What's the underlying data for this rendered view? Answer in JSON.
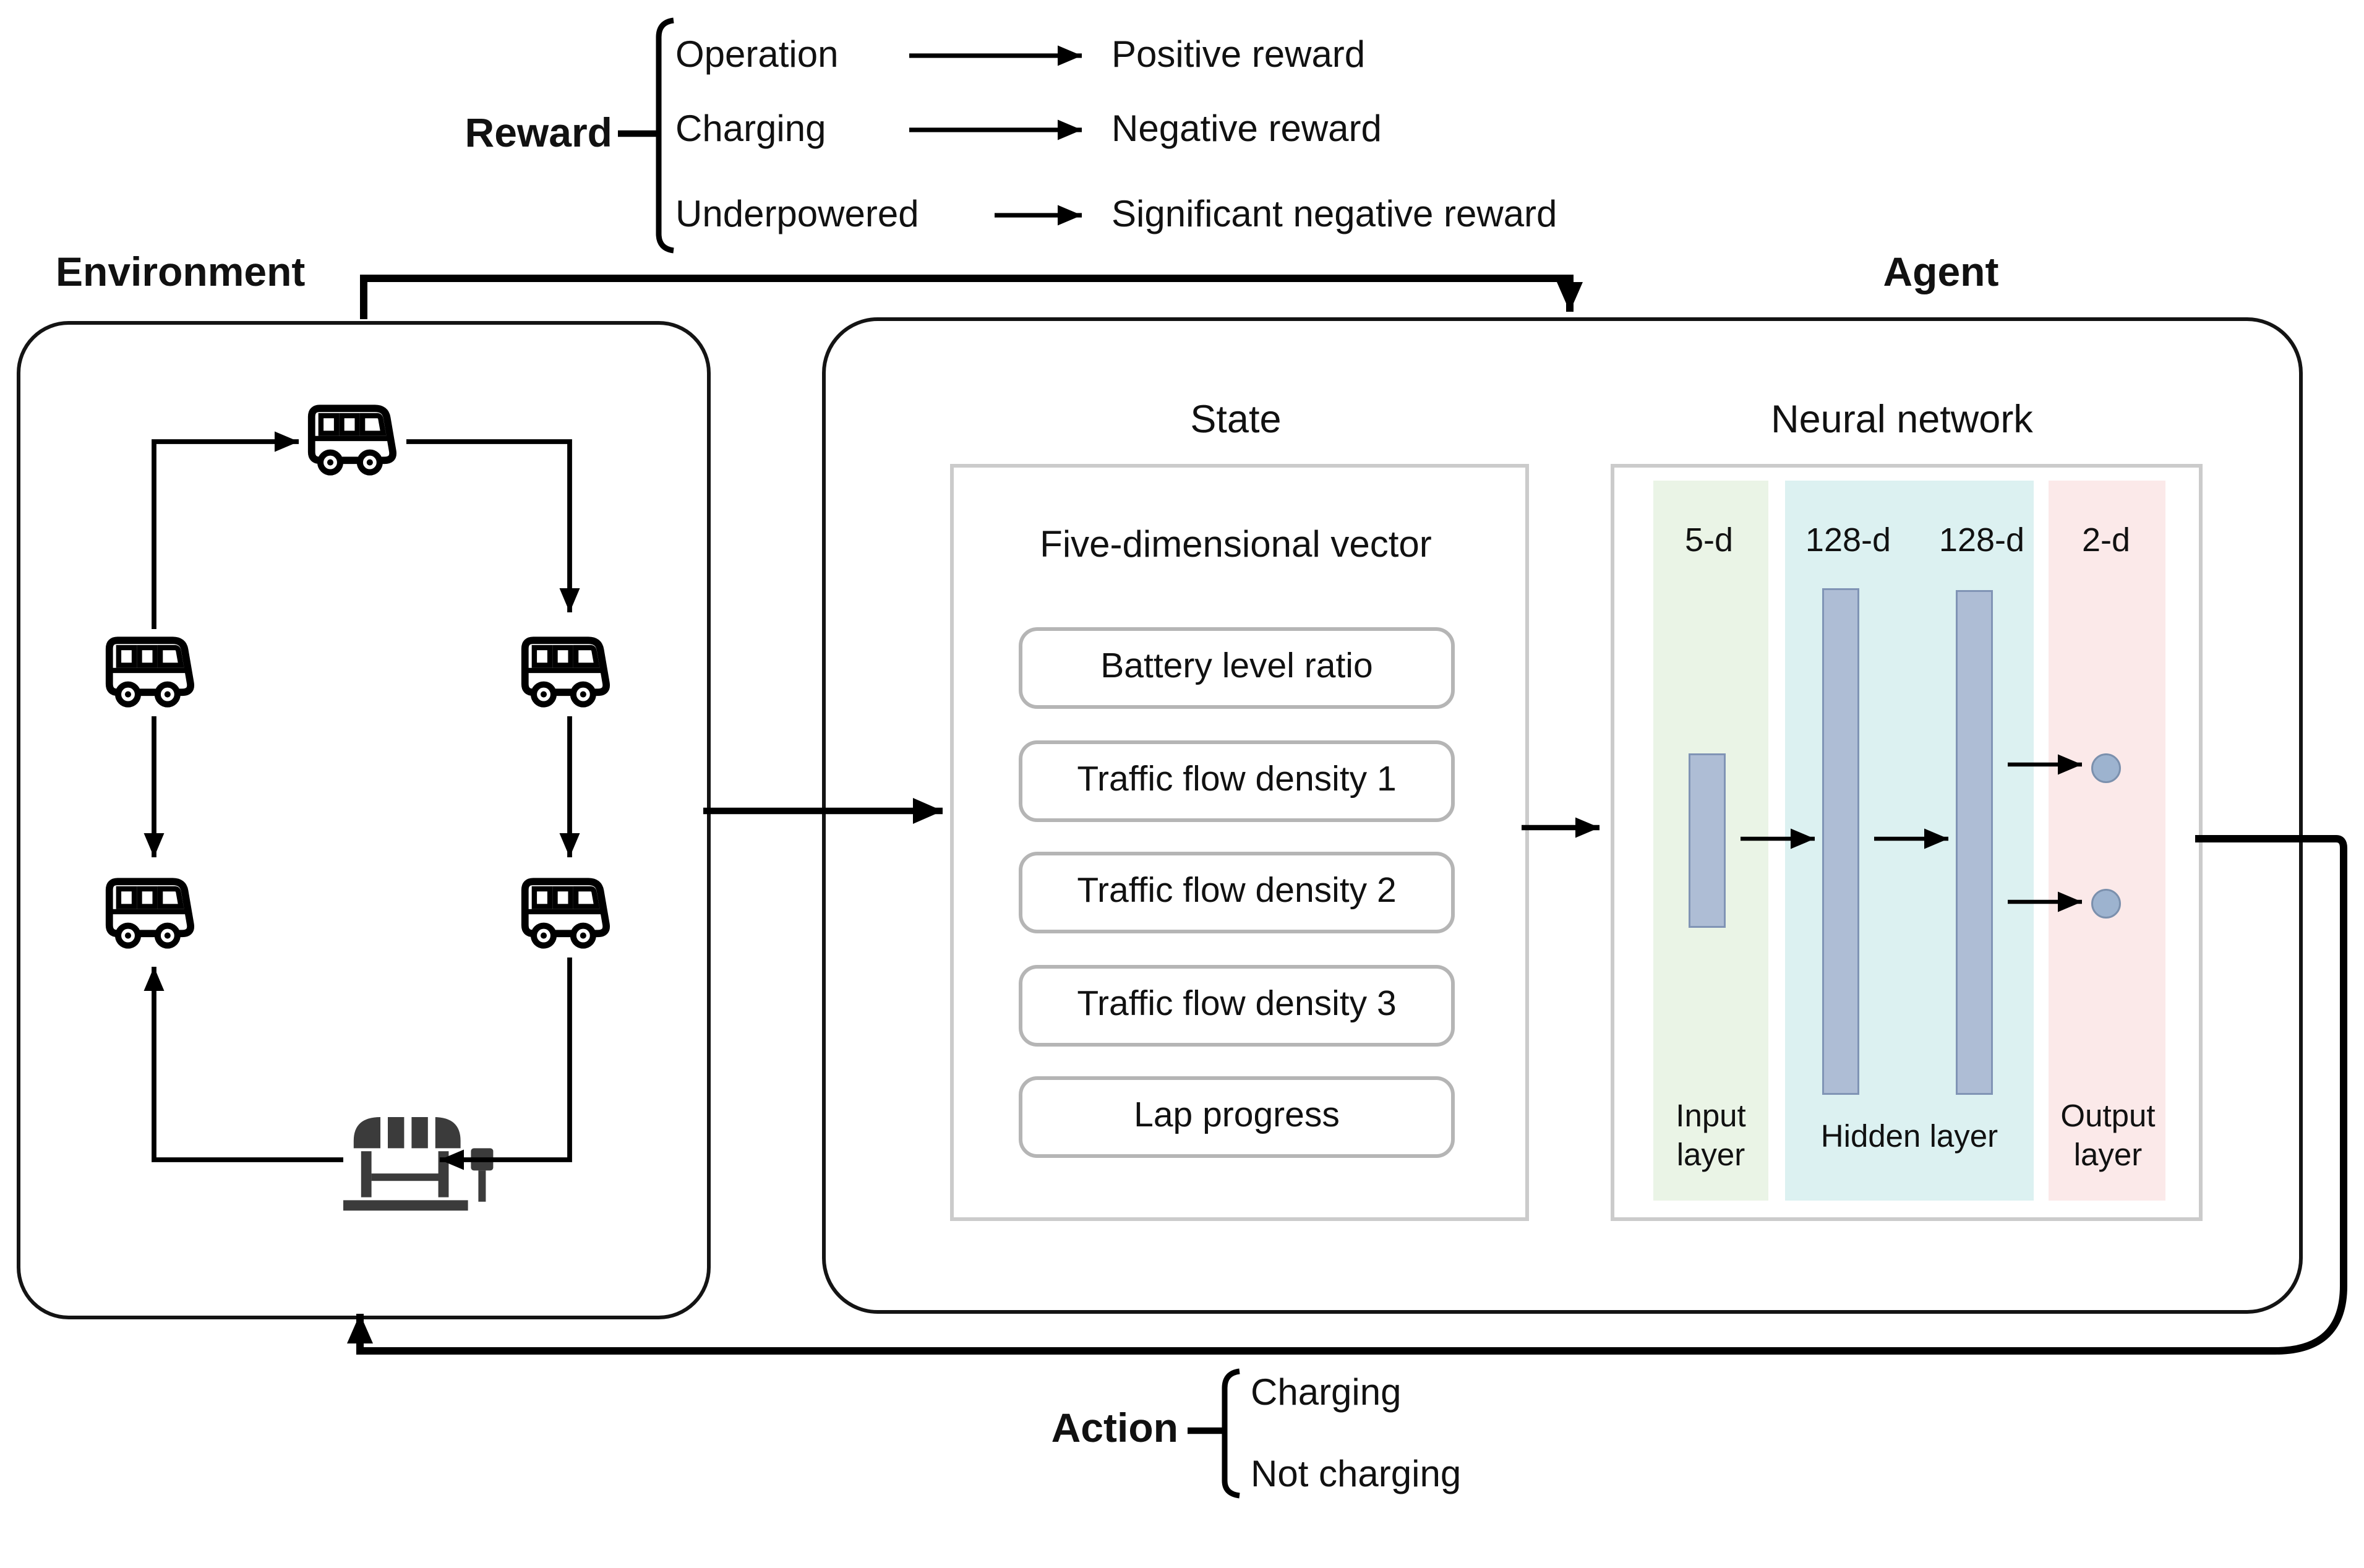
{
  "reward": {
    "label": "Reward",
    "rows": [
      {
        "condition": "Operation",
        "outcome": "Positive reward"
      },
      {
        "condition": "Charging",
        "outcome": "Negative reward"
      },
      {
        "condition": "Underpowered",
        "outcome": "Significant negative reward"
      }
    ]
  },
  "environment": {
    "label": "Environment"
  },
  "agent": {
    "label": "Agent",
    "state": {
      "title": "State",
      "subtitle": "Five-dimensional vector",
      "items": [
        "Battery level ratio",
        "Traffic flow density 1",
        "Traffic flow density 2",
        "Traffic flow density 3",
        "Lap progress"
      ]
    },
    "neural_network": {
      "title": "Neural network",
      "dims": [
        "5-d",
        "128-d",
        "128-d",
        "2-d"
      ],
      "layer_labels": [
        "Input layer",
        "Hidden layer",
        "Output layer"
      ]
    }
  },
  "action": {
    "label": "Action",
    "options": [
      "Charging",
      "Not charging"
    ]
  },
  "icons": {
    "bus": "bus-icon",
    "bus_stop": "bus-stop-icon"
  },
  "colors": {
    "input_column": "#eaf4e6",
    "hidden_column": "#dcf1f1",
    "output_column": "#fbe9e9",
    "bar_fill": "#aebdd5",
    "bar_border": "#8094b5",
    "neuron_fill": "#9db3cf",
    "stop_icon": "#3b3b3b",
    "line": "#000000"
  }
}
